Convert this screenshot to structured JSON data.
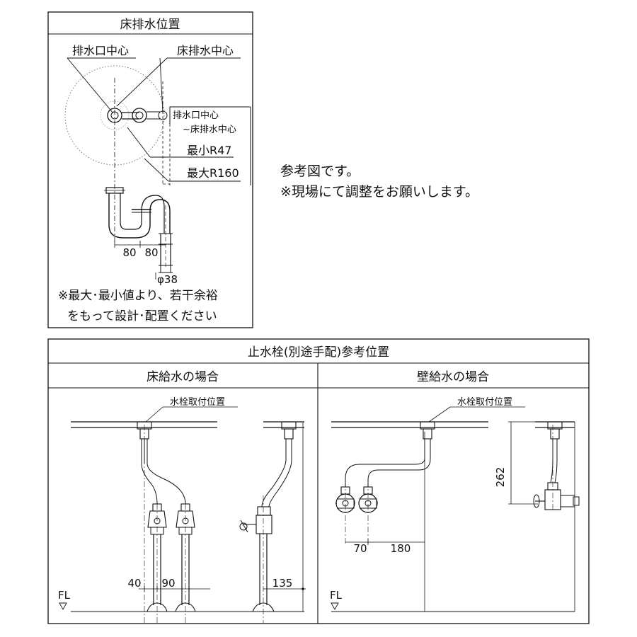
{
  "floor_drain": {
    "title": "床排水位置",
    "label_outlet_center": "排水口中心",
    "label_floor_drain_center": "床排水中心",
    "box_line1": "排水口中心",
    "box_line2": "~床排水中心",
    "min_radius": "最小R47",
    "max_radius": "最大R160",
    "dim_a": "80",
    "dim_b": "80",
    "pipe_dia": "φ38",
    "caution_line1": "※最大･最小値より、若干余裕",
    "caution_line2": "をもって設計･配置ください"
  },
  "note": {
    "line1": "参考図です。",
    "line2": "※現場にて調整をお願いします。"
  },
  "stop_valve": {
    "title": "止水栓(別途手配)参考位置",
    "floor_supply": {
      "heading": "床給水の場合",
      "mount_label": "水栓取付位置",
      "dim_40": "40",
      "dim_90": "90",
      "dim_135": "135",
      "fl": "FL"
    },
    "wall_supply": {
      "heading": "壁給水の場合",
      "mount_label": "水栓取付位置",
      "dim_262": "262",
      "dim_70": "70",
      "dim_180": "180",
      "fl": "FL"
    }
  }
}
